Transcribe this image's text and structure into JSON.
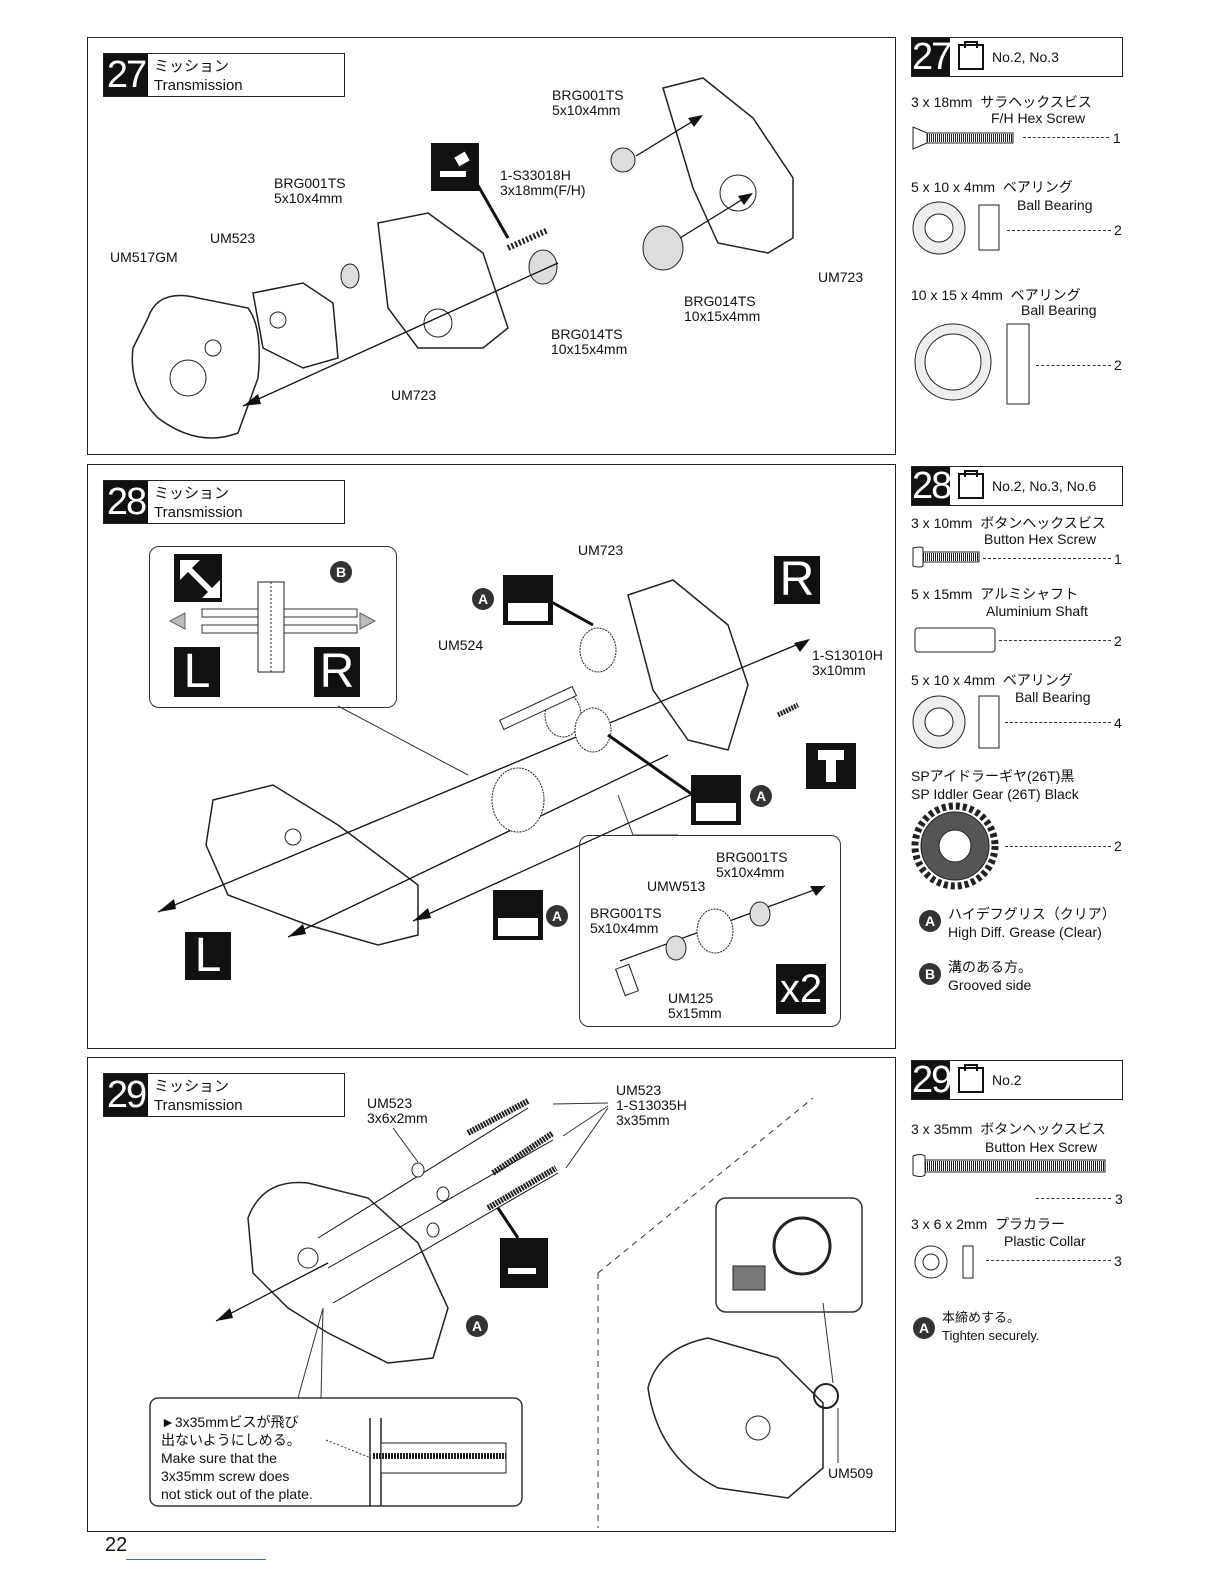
{
  "page_number": "22",
  "steps": [
    {
      "number": "27",
      "title_jp": "ミッション",
      "title_en": "Transmission",
      "callouts": {
        "brg_top": [
          "BRG001TS",
          "5x10x4mm"
        ],
        "screw": [
          "1-S33018H",
          "3x18mm(F/H)"
        ],
        "brg_left": [
          "BRG001TS",
          "5x10x4mm"
        ],
        "um523": "UM523",
        "um517gm": "UM517GM",
        "um723_right": "UM723",
        "brg014_right": [
          "BRG014TS",
          "10x15x4mm"
        ],
        "brg014_center": [
          "BRG014TS",
          "10x15x4mm"
        ],
        "um723_bottom": "UM723"
      }
    },
    {
      "number": "28",
      "title_jp": "ミッション",
      "title_en": "Transmission",
      "callouts": {
        "um723": "UM723",
        "um524": "UM524",
        "screw": [
          "1-S13010H",
          "3x10mm"
        ],
        "R": "R",
        "L": "L",
        "inset_L": "L",
        "inset_R": "R",
        "inset_B": "B",
        "grease_a": "A",
        "sub_brg_top": [
          "BRG001TS",
          "5x10x4mm"
        ],
        "sub_umw513": "UMW513",
        "sub_brg_left": [
          "BRG001TS",
          "5x10x4mm"
        ],
        "sub_um125": [
          "UM125",
          "5x15mm"
        ],
        "x2": "x2"
      }
    },
    {
      "number": "29",
      "title_jp": "ミッション",
      "title_en": "Transmission",
      "callouts": {
        "collar": [
          "UM523",
          "3x6x2mm"
        ],
        "screw": [
          "UM523",
          "1-S13035H",
          "3x35mm"
        ],
        "um509": "UM509",
        "a": "A",
        "note_jp": [
          "►3x35mmビスが飛び",
          "出ないようにしめる。"
        ],
        "note_en": [
          "Make sure that the",
          "3x35mm screw does",
          "not stick out of the plate."
        ]
      }
    }
  ],
  "sidebars": [
    {
      "number": "27",
      "bags": "No.2, No.3",
      "parts": [
        {
          "size": "3 x 18mm",
          "jp": "サラヘックスビス",
          "en": "F/H Hex Screw",
          "qty": "1"
        },
        {
          "size": "5 x 10 x 4mm",
          "jp": "ベアリング",
          "en": "Ball Bearing",
          "qty": "2"
        },
        {
          "size": "10 x 15 x 4mm",
          "jp": "ベアリング",
          "en": "Ball Bearing",
          "qty": "2"
        }
      ]
    },
    {
      "number": "28",
      "bags": "No.2, No.3, No.6",
      "parts": [
        {
          "size": "3 x 10mm",
          "jp": "ボタンヘックスビス",
          "en": "Button Hex Screw",
          "qty": "1"
        },
        {
          "size": "5 x 15mm",
          "jp": "アルミシャフト",
          "en": "Aluminium Shaft",
          "qty": "2"
        },
        {
          "size": "5 x 10 x 4mm",
          "jp": "ベアリング",
          "en": "Ball Bearing",
          "qty": "4"
        },
        {
          "size": "",
          "jp": "SPアイドラーギヤ(26T)黒",
          "en": "SP Iddler Gear (26T) Black",
          "qty": "2"
        }
      ],
      "notes": [
        {
          "mark": "A",
          "jp": "ハイデフグリス（クリア）",
          "en": "High Diff. Grease (Clear)"
        },
        {
          "mark": "B",
          "jp": "溝のある方。",
          "en": "Grooved side"
        }
      ]
    },
    {
      "number": "29",
      "bags": "No.2",
      "parts": [
        {
          "size": "3 x 35mm",
          "jp": "ボタンヘックスビス",
          "en": "Button Hex Screw",
          "qty": "3"
        },
        {
          "size": "3 x 6 x 2mm",
          "jp": "プラカラー",
          "en": "Plastic Collar",
          "qty": "3"
        }
      ],
      "notes": [
        {
          "mark": "A",
          "jp": "本締めする。",
          "en": "Tighten securely."
        }
      ]
    }
  ]
}
